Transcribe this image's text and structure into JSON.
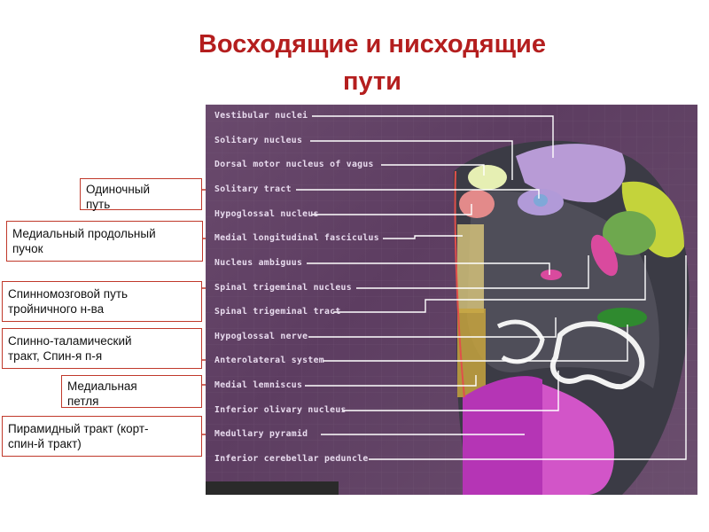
{
  "title": {
    "line1": "Восходящие и нисходящие",
    "line2": "пути"
  },
  "russian_labels": [
    {
      "id": "solitary",
      "lines": [
        "Одиночный",
        "путь"
      ]
    },
    {
      "id": "mlf",
      "lines": [
        "Медиальный продольный",
        "пучок"
      ]
    },
    {
      "id": "spinal-trigeminal",
      "lines": [
        "Спинномозговой путь",
        "тройничного н-ва"
      ]
    },
    {
      "id": "spinothalamic",
      "lines": [
        "Спинно-таламический",
        "тракт, Спин-я п-я"
      ]
    },
    {
      "id": "medial-lemniscus",
      "lines": [
        "Медиальная",
        "петля"
      ]
    },
    {
      "id": "pyramidal",
      "lines": [
        "Пирамидный тракт (корт-",
        "спин-й тракт)"
      ]
    }
  ],
  "structure_labels": [
    "Vestibular nuclei",
    "Solitary nucleus",
    "Dorsal motor nucleus of vagus",
    "Solitary tract",
    "Hypoglossal nucleus",
    "Medial longitudinal fasciculus",
    "Nucleus ambiguus",
    "Spinal trigeminal nucleus",
    "Spinal trigeminal tract",
    "Hypoglossal nerve",
    "Anterolateral system",
    "Medial lemniscus",
    "Inferior olivary nucleus",
    "Medullary pyramid",
    "Inferior cerebellar peduncle"
  ],
  "colors": {
    "title": "#b41e1e",
    "box_border": "#c0392b",
    "label_text": "#e9dcef",
    "vestibular": "#c7a6e6",
    "solitary": "#b19ad8",
    "dorsal_motor_vagus": "#e6efb3",
    "hypoglossal": "#e38a8a",
    "mlf": "#d2c17a",
    "ambiguus": "#d94a9e",
    "trigeminal_nucleus": "#6ea84e",
    "trigeminal_tract": "#c4d33b",
    "olive": "#f2f2f2",
    "anterolateral": "#2f8a2f",
    "lemniscus": "#c7a53e",
    "pyramid": "#b535b5"
  }
}
